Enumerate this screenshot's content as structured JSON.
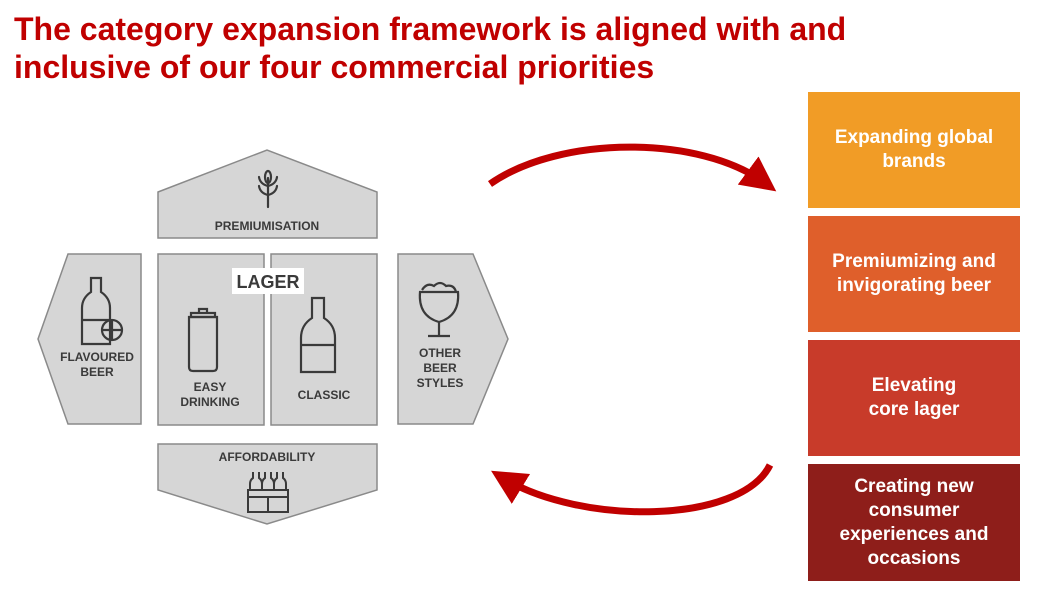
{
  "title": {
    "line1": "The category expansion framework is aligned with and",
    "line2": "inclusive of our four commercial priorities"
  },
  "diagram": {
    "premiumisation": "PREMIUMISATION",
    "lager": "LAGER",
    "flavoured_beer": [
      "FLAVOURED",
      "BEER"
    ],
    "easy_drinking": [
      "EASY",
      "DRINKING"
    ],
    "classic": "CLASSIC",
    "other_beer_styles": [
      "OTHER",
      "BEER",
      "STYLES"
    ],
    "affordability": "AFFORDABILITY",
    "icons": [
      "wheat-icon",
      "bottle-lemon-icon",
      "can-icon",
      "bottle-icon",
      "goblet-glass-icon",
      "six-pack-icon"
    ]
  },
  "priorities": [
    {
      "label": "Expanding global\nbrands",
      "color": "#f19c26"
    },
    {
      "label": "Premiumizing and\ninvigorating beer",
      "color": "#df5f2b"
    },
    {
      "label": "Elevating\ncore lager",
      "color": "#c83b2a"
    },
    {
      "label": "Creating new\nconsumer\nexperiences and\noccasions",
      "color": "#8e1e1a"
    }
  ],
  "colors": {
    "title": "#c00000",
    "arrow": "#c00000",
    "shape_fill": "#d6d6d6",
    "shape_stroke": "#8a8a8a"
  }
}
